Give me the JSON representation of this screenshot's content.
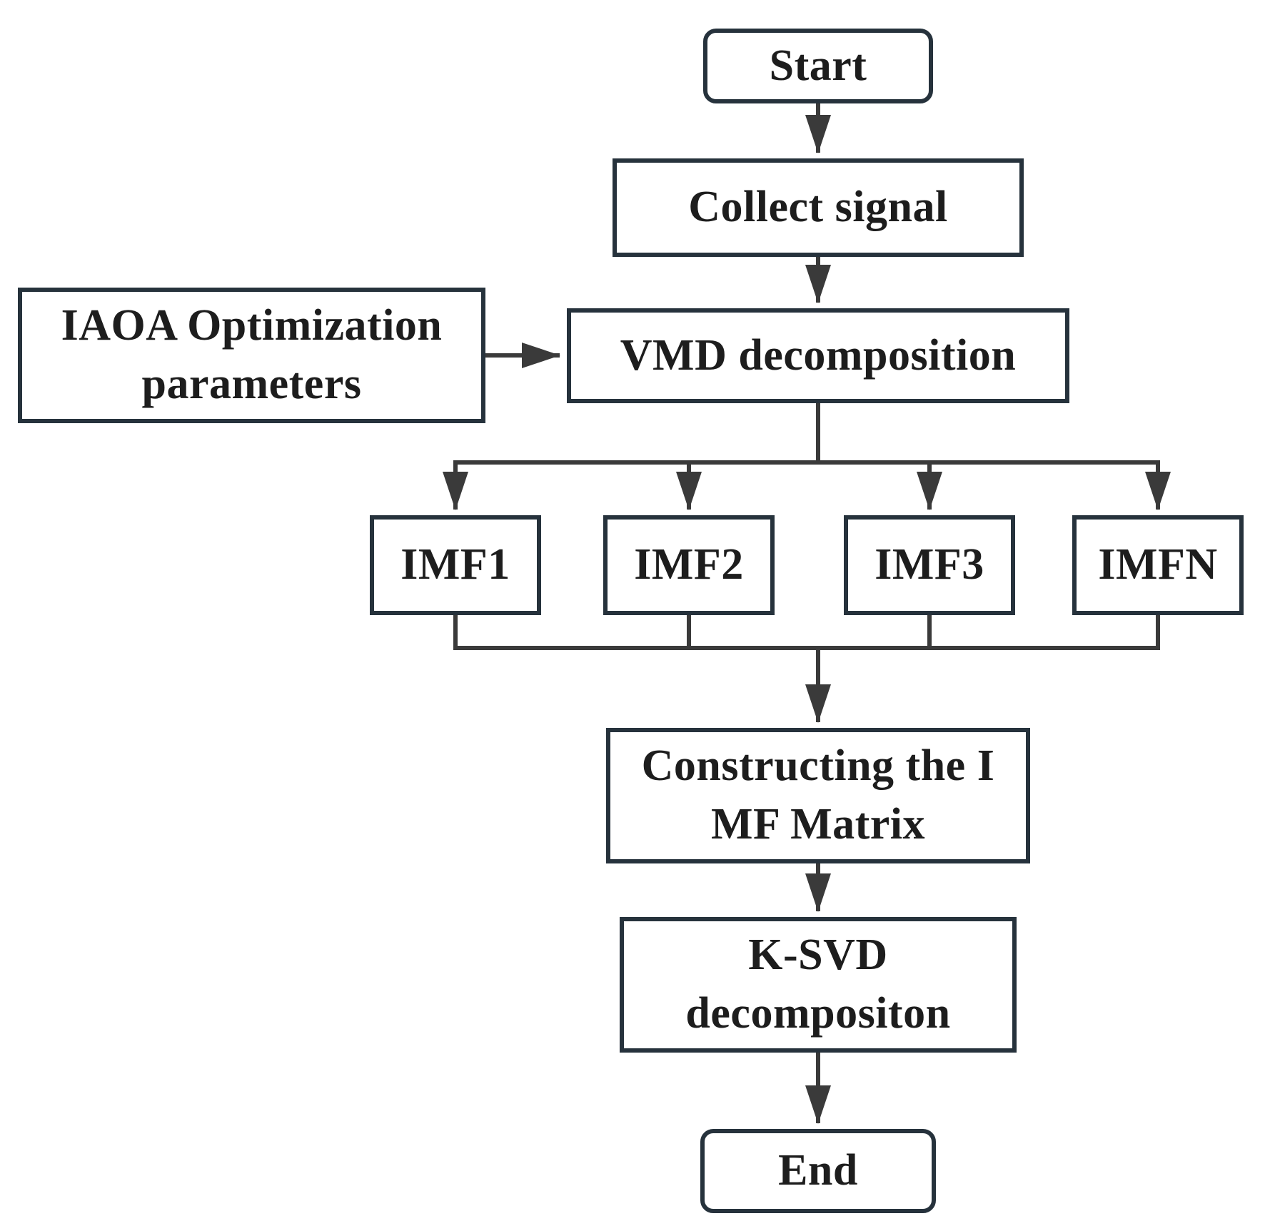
{
  "figure": {
    "type": "flowchart",
    "background": "#ffffff",
    "colors": {
      "box_border": "#26323c",
      "box_fill": "#ffffff",
      "text": "#1d1d1d",
      "arrow": "#3a3a3a"
    }
  },
  "nodes": {
    "start": {
      "label": "Start",
      "shape": "rounded"
    },
    "collect": {
      "label": "Collect signal",
      "shape": "rect"
    },
    "iaoa": {
      "label": "IAOA Optimization\nparameters",
      "shape": "rect"
    },
    "vmd": {
      "label": "VMD decomposition",
      "shape": "rect"
    },
    "imf1": {
      "label": "IMF1",
      "shape": "rect"
    },
    "imf2": {
      "label": "IMF2",
      "shape": "rect"
    },
    "imf3": {
      "label": "IMF3",
      "shape": "rect"
    },
    "imfn": {
      "label": "IMFN",
      "shape": "rect"
    },
    "matrix": {
      "label": "Constructing the I\nMF Matrix",
      "shape": "rect"
    },
    "ksvd": {
      "label": "K-SVD\ndecompositon",
      "shape": "rect"
    },
    "end": {
      "label": "End",
      "shape": "rounded"
    }
  },
  "edges": [
    {
      "from": "start",
      "to": "collect"
    },
    {
      "from": "collect",
      "to": "vmd"
    },
    {
      "from": "iaoa",
      "to": "vmd"
    },
    {
      "from": "vmd",
      "to": "imf1"
    },
    {
      "from": "vmd",
      "to": "imf2"
    },
    {
      "from": "vmd",
      "to": "imf3"
    },
    {
      "from": "vmd",
      "to": "imfn"
    },
    {
      "from": "imf1",
      "to": "matrix"
    },
    {
      "from": "imf2",
      "to": "matrix"
    },
    {
      "from": "imf3",
      "to": "matrix"
    },
    {
      "from": "imfn",
      "to": "matrix"
    },
    {
      "from": "matrix",
      "to": "ksvd"
    },
    {
      "from": "ksvd",
      "to": "end"
    }
  ]
}
